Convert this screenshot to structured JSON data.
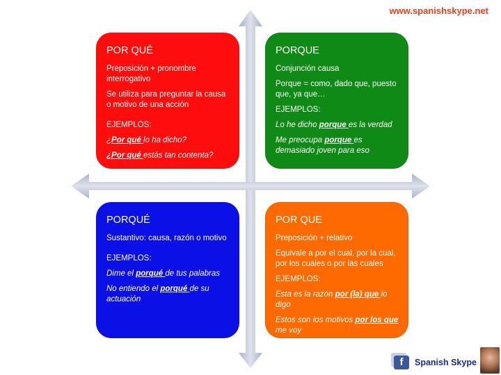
{
  "site_url": "www.spanishskype.net",
  "quadrants": [
    {
      "title": "POR QUÉ",
      "lines": [
        "Preposición + pronombre interrogativo",
        "Se utiliza para preguntar la causa o motivo de una acción"
      ],
      "examples_label": "EJEMPLOS:",
      "examples": [
        {
          "pre": "¿",
          "bold": "Por qué ",
          "post": "lo ha dicho?"
        },
        {
          "pre": "",
          "bold": "¿Por qué ",
          "post": "estás tan contenta?"
        }
      ]
    },
    {
      "title": "PORQUE",
      "lines": [
        "Conjunción causa",
        "Porque = como, dado que, puesto que, ya que…"
      ],
      "examples_label": "EJEMPLOS:",
      "examples": [
        {
          "pre": "Lo he dicho ",
          "bold": "porque ",
          "post": "es la verdad"
        },
        {
          "pre": "Me preocupa ",
          "bold": "porque ",
          "post": "es demasiado joven para eso"
        }
      ]
    },
    {
      "title": "PORQUÉ",
      "lines": [
        "Sustantivo:  causa, razón o motivo"
      ],
      "examples_label": "EJEMPLOS:",
      "examples": [
        {
          "pre": "Dime el ",
          "bold": "porqué ",
          "post": "de tus palabras"
        },
        {
          "pre": "No entiendo el ",
          "bold": "porqué ",
          "post": "de su actuación"
        }
      ]
    },
    {
      "title": "POR QUE",
      "lines": [
        "Preposición + relativo",
        "Equivale a por el cual, por la cual, por los cuales o por las cuales"
      ],
      "examples_label": "EJEMPLOS:",
      "examples": [
        {
          "pre": "Esta es la razón ",
          "bold": "por (la) que ",
          "post": "lo digo"
        },
        {
          "pre": "Estos son los motivos ",
          "bold": "por los que ",
          "post": "me voy"
        }
      ]
    }
  ],
  "footer": {
    "fb_glyph": "f",
    "brand": "Spanish Skype"
  },
  "colors": {
    "red": "#ff0d0d",
    "green": "#0f8a17",
    "blue": "#0a10e6",
    "orange": "#ff6a00",
    "url": "#e8401c",
    "arrow": "#c9cfdc"
  }
}
